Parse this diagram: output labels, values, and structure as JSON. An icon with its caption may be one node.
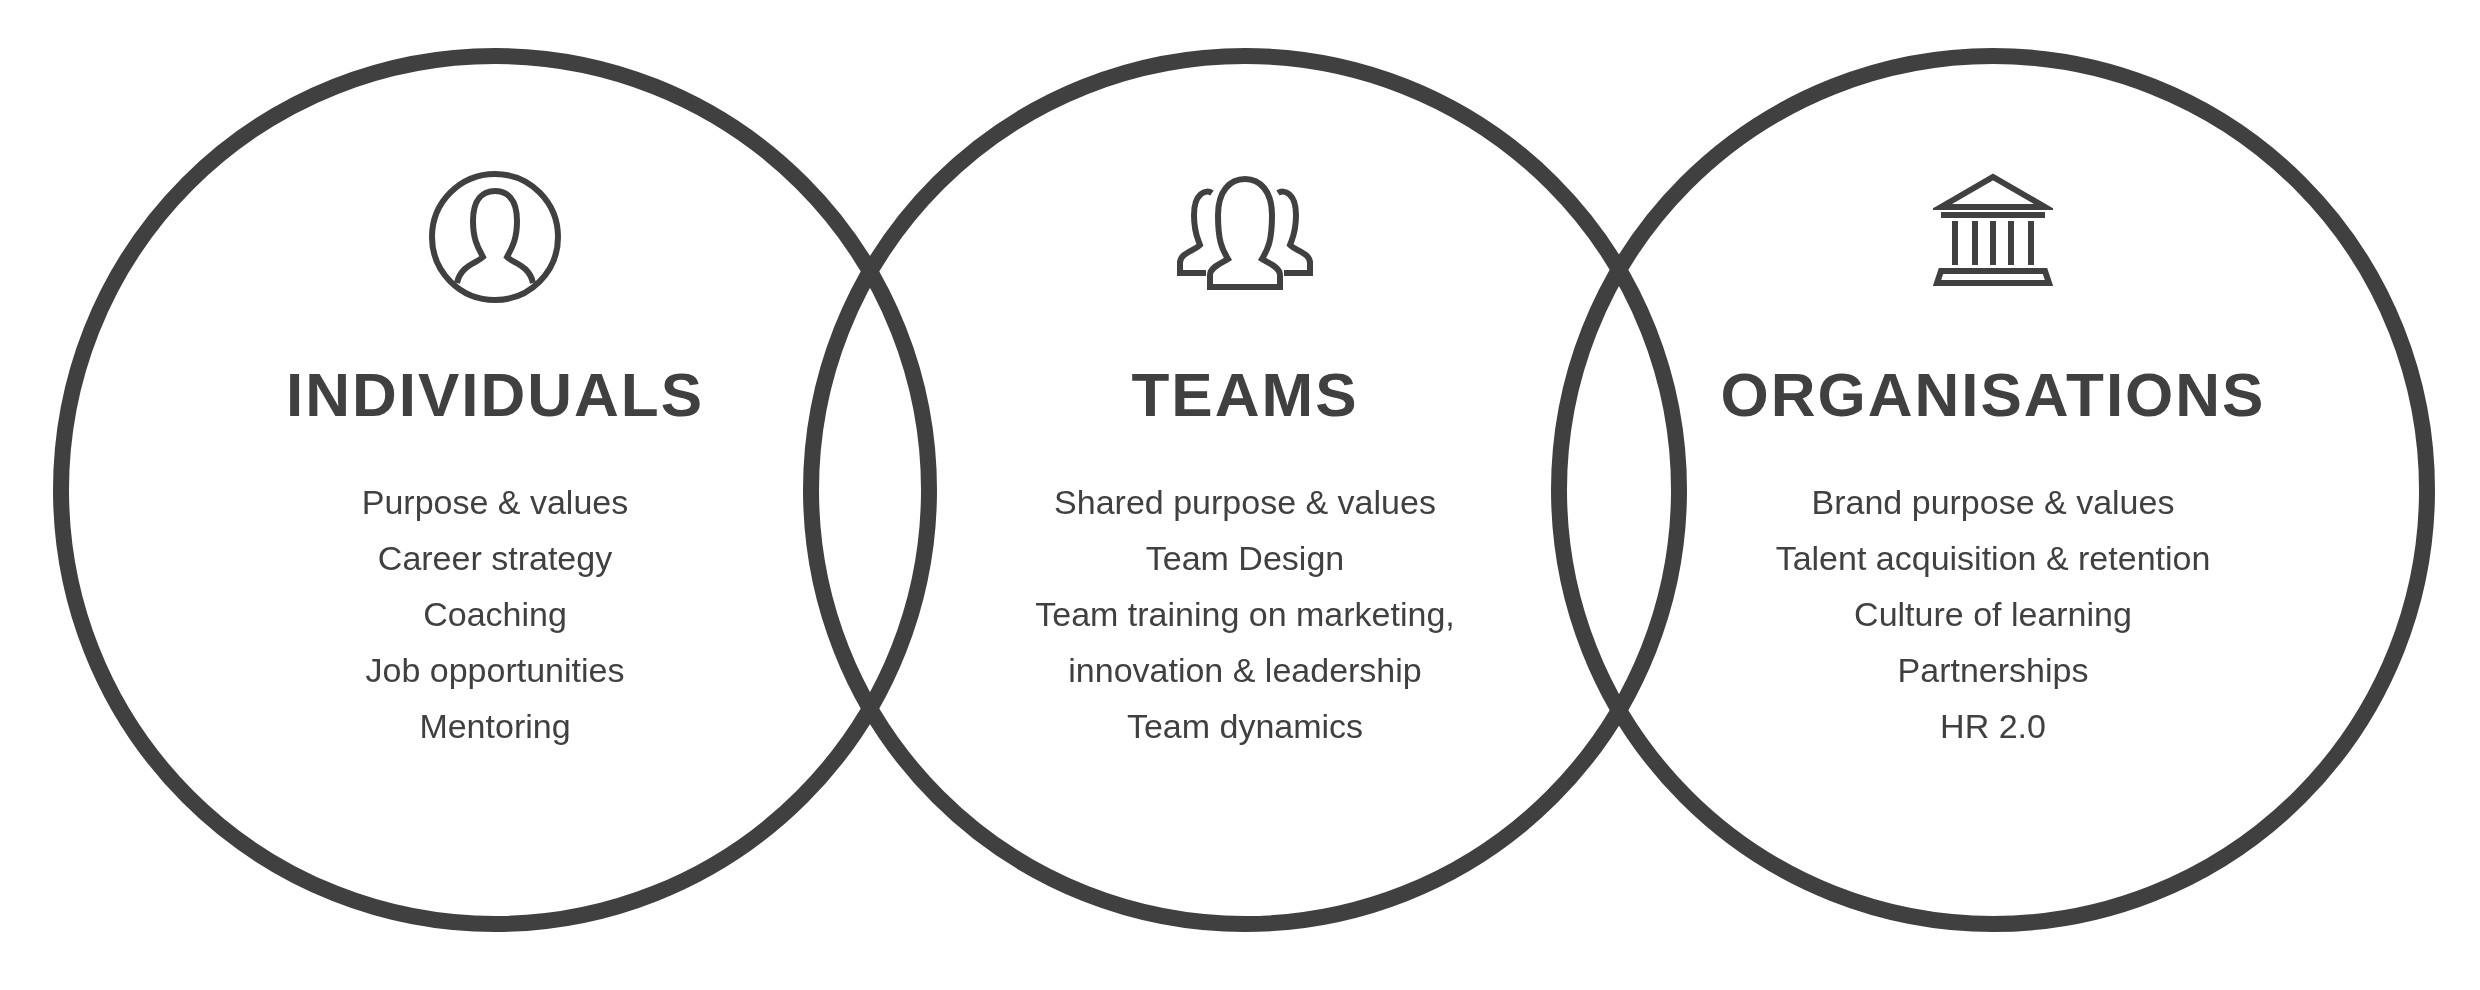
{
  "diagram": {
    "nodes": [
      {
        "text": [
          "INDIVIDUALS",
          "Purpose & values",
          "Career strategy",
          "Coaching",
          "Job opportunities",
          "Mentoring"
        ]
      },
      {
        "text": [
          "TEAMS",
          "Shared purpose & values",
          "Team Design",
          "Team training on marketing, innovation & leadership",
          "Team dynamics"
        ]
      },
      {
        "text": [
          "ORGANISATIONS",
          "Brand purpose & values",
          "Talent acquisition & retention",
          "Culture of learning",
          "Partnerships",
          "HR 2.0"
        ]
      }
    ]
  }
}
